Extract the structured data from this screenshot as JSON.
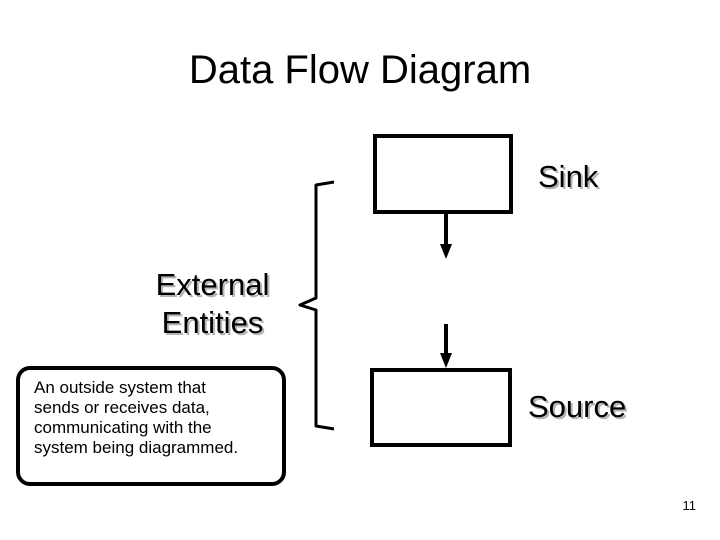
{
  "title": "Data Flow Diagram",
  "external": {
    "line1": "External",
    "line2": "Entities"
  },
  "sink_label": "Sink",
  "source_label": "Source",
  "definition": {
    "lines": [
      "An outside system that",
      "sends or receives data,",
      "communicating with the",
      "system being diagrammed."
    ]
  },
  "page_number": "11"
}
